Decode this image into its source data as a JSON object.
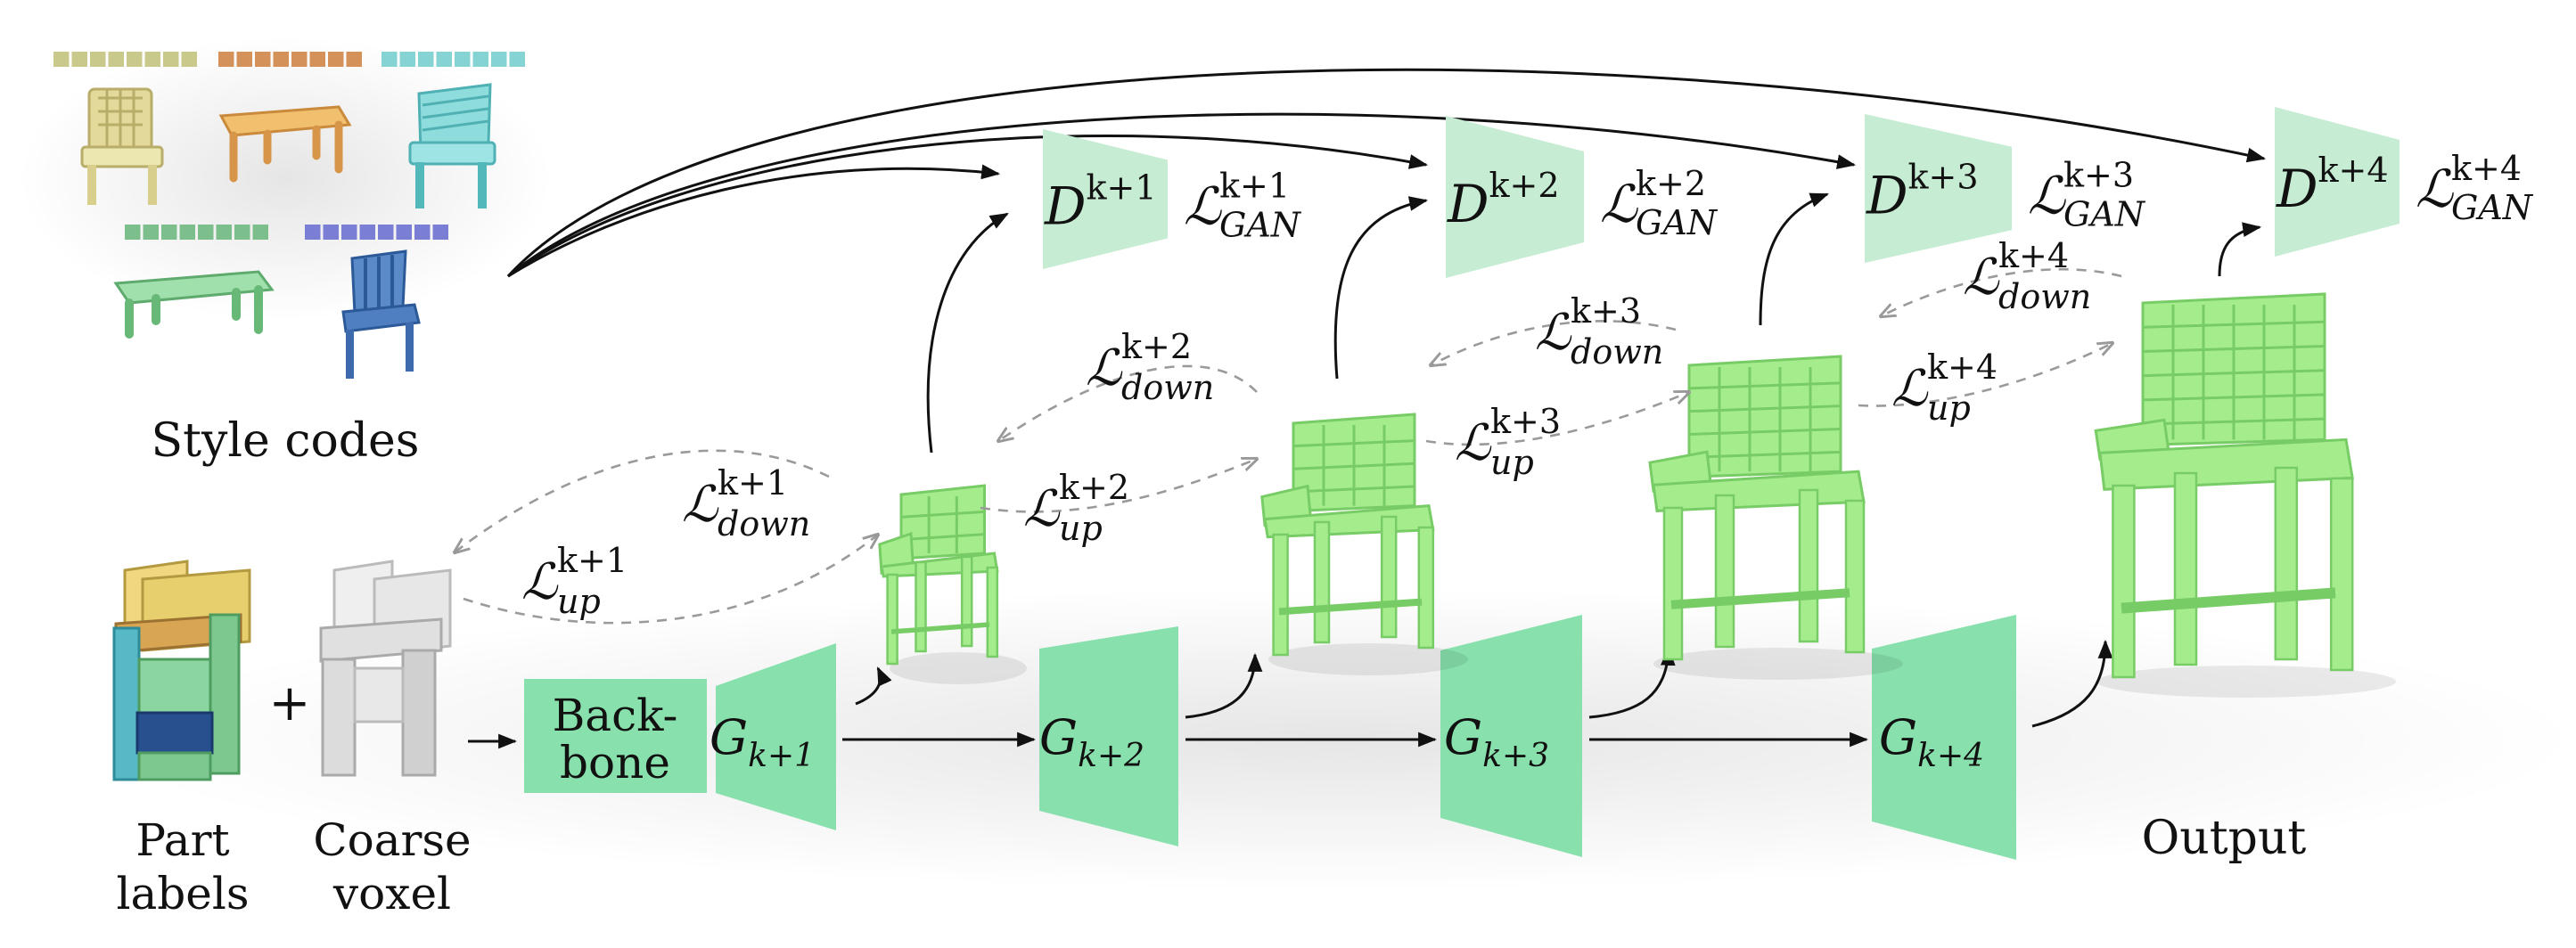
{
  "style_codes": {
    "label": "Style codes",
    "colors": [
      "#c8c98a",
      "#d4915a",
      "#86d3d4",
      "#7cbf8c",
      "#7a7ed4"
    ]
  },
  "inputs": {
    "part_labels": [
      "Part",
      "labels"
    ],
    "coarse_voxel": [
      "Coarse",
      "voxel"
    ],
    "plus": "+"
  },
  "backbone": [
    "Back-",
    "bone"
  ],
  "generators": [
    {
      "base": "G",
      "sub": "k+1"
    },
    {
      "base": "G",
      "sub": "k+2"
    },
    {
      "base": "G",
      "sub": "k+3"
    },
    {
      "base": "G",
      "sub": "k+4"
    }
  ],
  "discriminators": [
    {
      "base": "D",
      "sup": "k+1",
      "loss": "ℒ",
      "loss_sup": "k+1",
      "loss_sub": "GAN"
    },
    {
      "base": "D",
      "sup": "k+2",
      "loss": "ℒ",
      "loss_sup": "k+2",
      "loss_sub": "GAN"
    },
    {
      "base": "D",
      "sup": "k+3",
      "loss": "ℒ",
      "loss_sup": "k+3",
      "loss_sub": "GAN"
    },
    {
      "base": "D",
      "sup": "k+4",
      "loss": "ℒ",
      "loss_sup": "k+4",
      "loss_sub": "GAN"
    }
  ],
  "losses_up": [
    {
      "base": "ℒ",
      "sup": "k+1",
      "sub": "up"
    },
    {
      "base": "ℒ",
      "sup": "k+2",
      "sub": "up"
    },
    {
      "base": "ℒ",
      "sup": "k+3",
      "sub": "up"
    },
    {
      "base": "ℒ",
      "sup": "k+4",
      "sub": "up"
    }
  ],
  "losses_down": [
    {
      "base": "ℒ",
      "sup": "k+1",
      "sub": "down"
    },
    {
      "base": "ℒ",
      "sup": "k+2",
      "sub": "down"
    },
    {
      "base": "ℒ",
      "sup": "k+3",
      "sub": "down"
    },
    {
      "base": "ℒ",
      "sup": "k+4",
      "sub": "down"
    }
  ],
  "output_label": "Output",
  "colors": {
    "generator": "#88e0ac",
    "backbone": "#88e0ac",
    "discriminator": "#c6ecd3",
    "chair": "#a5ec8d",
    "chair_shade": "#78cc66"
  }
}
